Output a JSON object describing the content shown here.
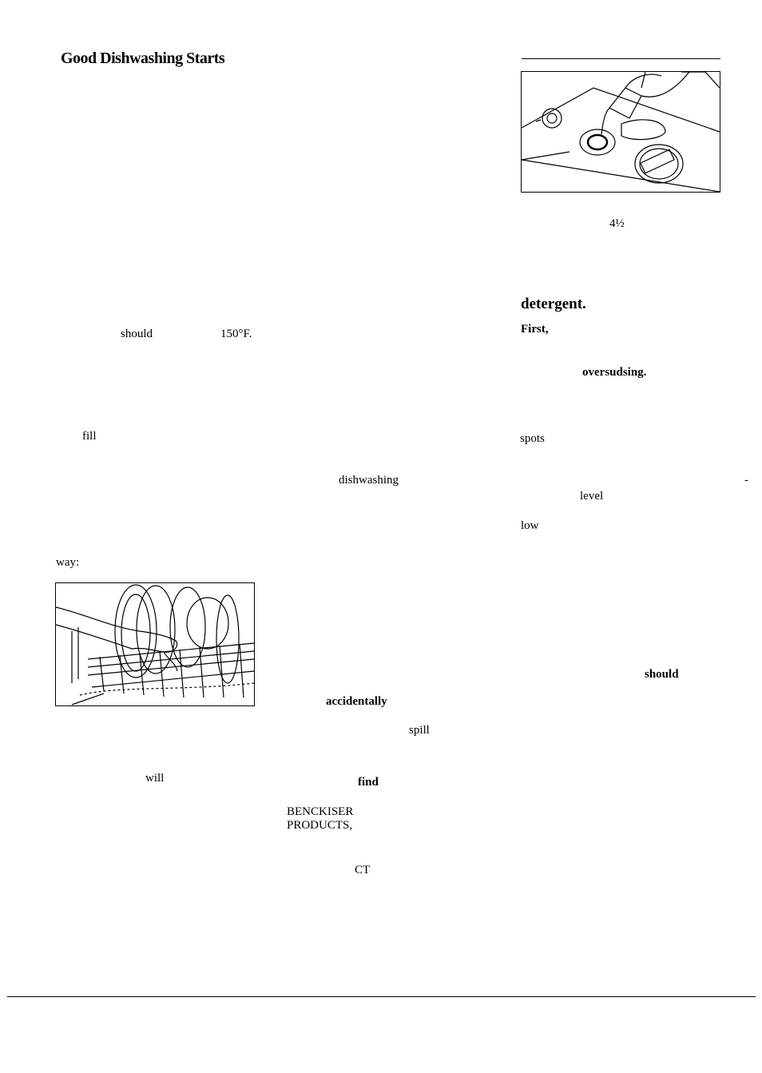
{
  "page": {
    "title": "Good Dishwashing Starts",
    "left_column": {
      "word_should": "should",
      "word_temp": "150°F.",
      "word_fill": "fill",
      "word_dishwashing": "dishwashing",
      "word_way": "way:",
      "word_accidentally": "accidentally",
      "word_spill": "spill",
      "word_will": "will",
      "word_find": "find",
      "word_benckiser": "BENCKISER",
      "word_products": "PRODUCTS,",
      "word_ct": "CT"
    },
    "right_column": {
      "fraction": "4½",
      "heading_detergent": "detergent.",
      "word_first": "First,",
      "word_oversudsing": "oversudsing.",
      "word_spots": "spots",
      "word_dash": "-",
      "word_level": "level",
      "word_low": "low",
      "word_should": "should"
    }
  }
}
